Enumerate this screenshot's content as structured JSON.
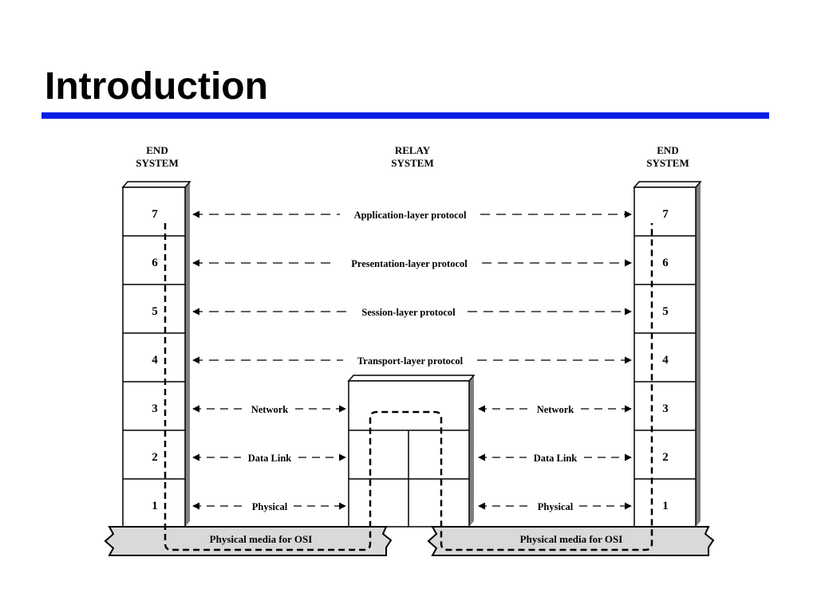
{
  "slide": {
    "title": "Introduction",
    "accent_color": "#0a1ee6"
  },
  "diagram": {
    "headers": {
      "left": [
        "END",
        "SYSTEM"
      ],
      "center": [
        "RELAY",
        "SYSTEM"
      ],
      "right": [
        "END",
        "SYSTEM"
      ]
    },
    "layer_numbers": [
      "7",
      "6",
      "5",
      "4",
      "3",
      "2",
      "1"
    ],
    "end_to_end_protocols": [
      "Application-layer protocol",
      "Presentation-layer protocol",
      "Session-layer protocol",
      "Transport-layer protocol"
    ],
    "hop_protocols": [
      "Network",
      "Data Link",
      "Physical"
    ],
    "media_label": "Physical media for OSI"
  }
}
